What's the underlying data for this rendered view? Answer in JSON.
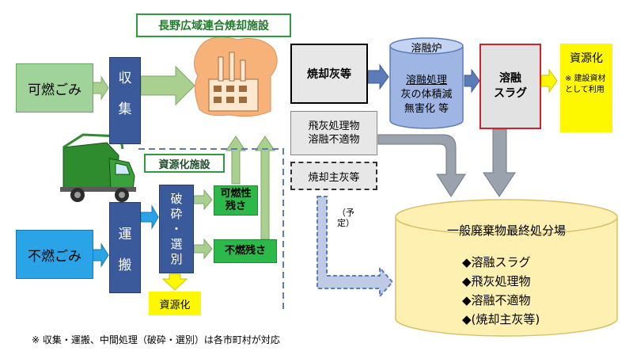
{
  "title": "長野広域連合焼却施設",
  "subtitle": "資源化施設",
  "inputs": {
    "burnable": "可燃ごみ",
    "nonburnable": "不燃ごみ"
  },
  "collection": {
    "top": [
      "収",
      "集"
    ],
    "bottom": [
      "運",
      "搬"
    ]
  },
  "crushing": [
    "破",
    "砕",
    "・",
    "選",
    "別"
  ],
  "residues": {
    "burnable_residue": "可燃性残さ",
    "nonburnable_residue": "不燃残さ"
  },
  "recycle_small": "資源化",
  "incineration_ash": "焼却灰等",
  "fly_ash": [
    "飛灰処理物",
    "溶融不適物"
  ],
  "main_ash": "焼却主灰等",
  "melting_furnace": {
    "label": "溶融炉",
    "process": "溶融処理",
    "lines": [
      "灰の体積減",
      "無害化 等"
    ]
  },
  "slag": [
    "溶融",
    "スラグ"
  ],
  "recycling": {
    "title": "資源化",
    "note": "※ 建設資材として利用"
  },
  "planned": "（予定）",
  "landfill": {
    "title": "一般廃棄物最終処分場",
    "items": [
      "◆溶融スラグ",
      "◆飛灰処理物",
      "◆溶融不適物",
      "◆(焼却主灰等)"
    ]
  },
  "footnote": "※ 収集・運搬、中間処理（破砕・選別）は各市町村が対応",
  "colors": {
    "green_arrow": "#a9d08e",
    "blue_arrow": "#5b7cb8",
    "gray_arrow": "#9aa3ad",
    "landfill": "#fdf0b0"
  },
  "icons": [
    "factory-icon",
    "garbage-truck-icon"
  ]
}
